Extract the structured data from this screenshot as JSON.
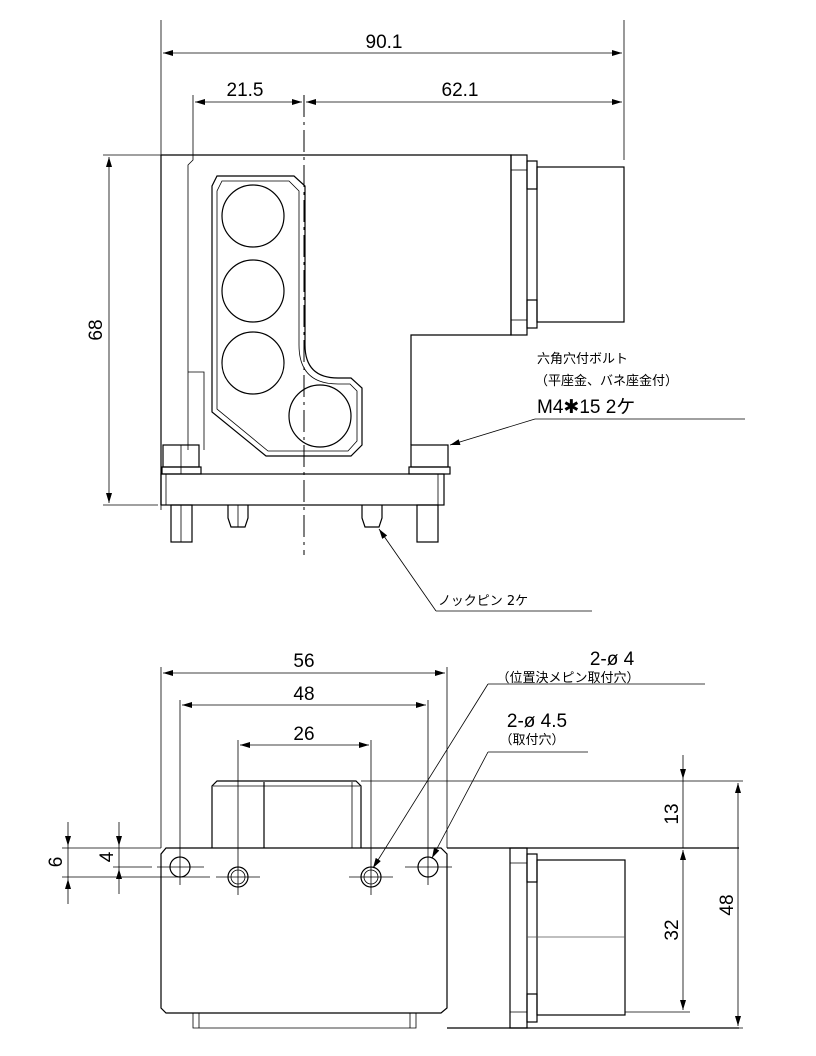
{
  "drawing": {
    "title": "Mechanical assembly drawing (front view and top view)",
    "line_color": "#000000",
    "background": "#ffffff"
  },
  "front_view": {
    "dimensions": {
      "overall_width": "90.1",
      "left_to_center": "21.5",
      "center_to_right": "62.1",
      "height": "68"
    },
    "notes": {
      "bolt": {
        "line1": "六角穴付ボルト",
        "line2": "（平座金、バネ座金付）",
        "line3": "M4✱15  2ケ"
      },
      "dowel_pin": "ノックピン  2ケ"
    }
  },
  "top_view": {
    "dimensions": {
      "width_56": "56",
      "width_48": "48",
      "width_26": "26",
      "offset_6": "6",
      "offset_4": "4",
      "height_13": "13",
      "height_32": "32",
      "height_48": "48"
    },
    "notes": {
      "pin_holes": {
        "line1": "2-ø 4",
        "line2": "（位置決メピン取付穴）"
      },
      "mount_holes": {
        "line1": "2-ø 4.5",
        "line2": "（取付穴）"
      }
    }
  }
}
